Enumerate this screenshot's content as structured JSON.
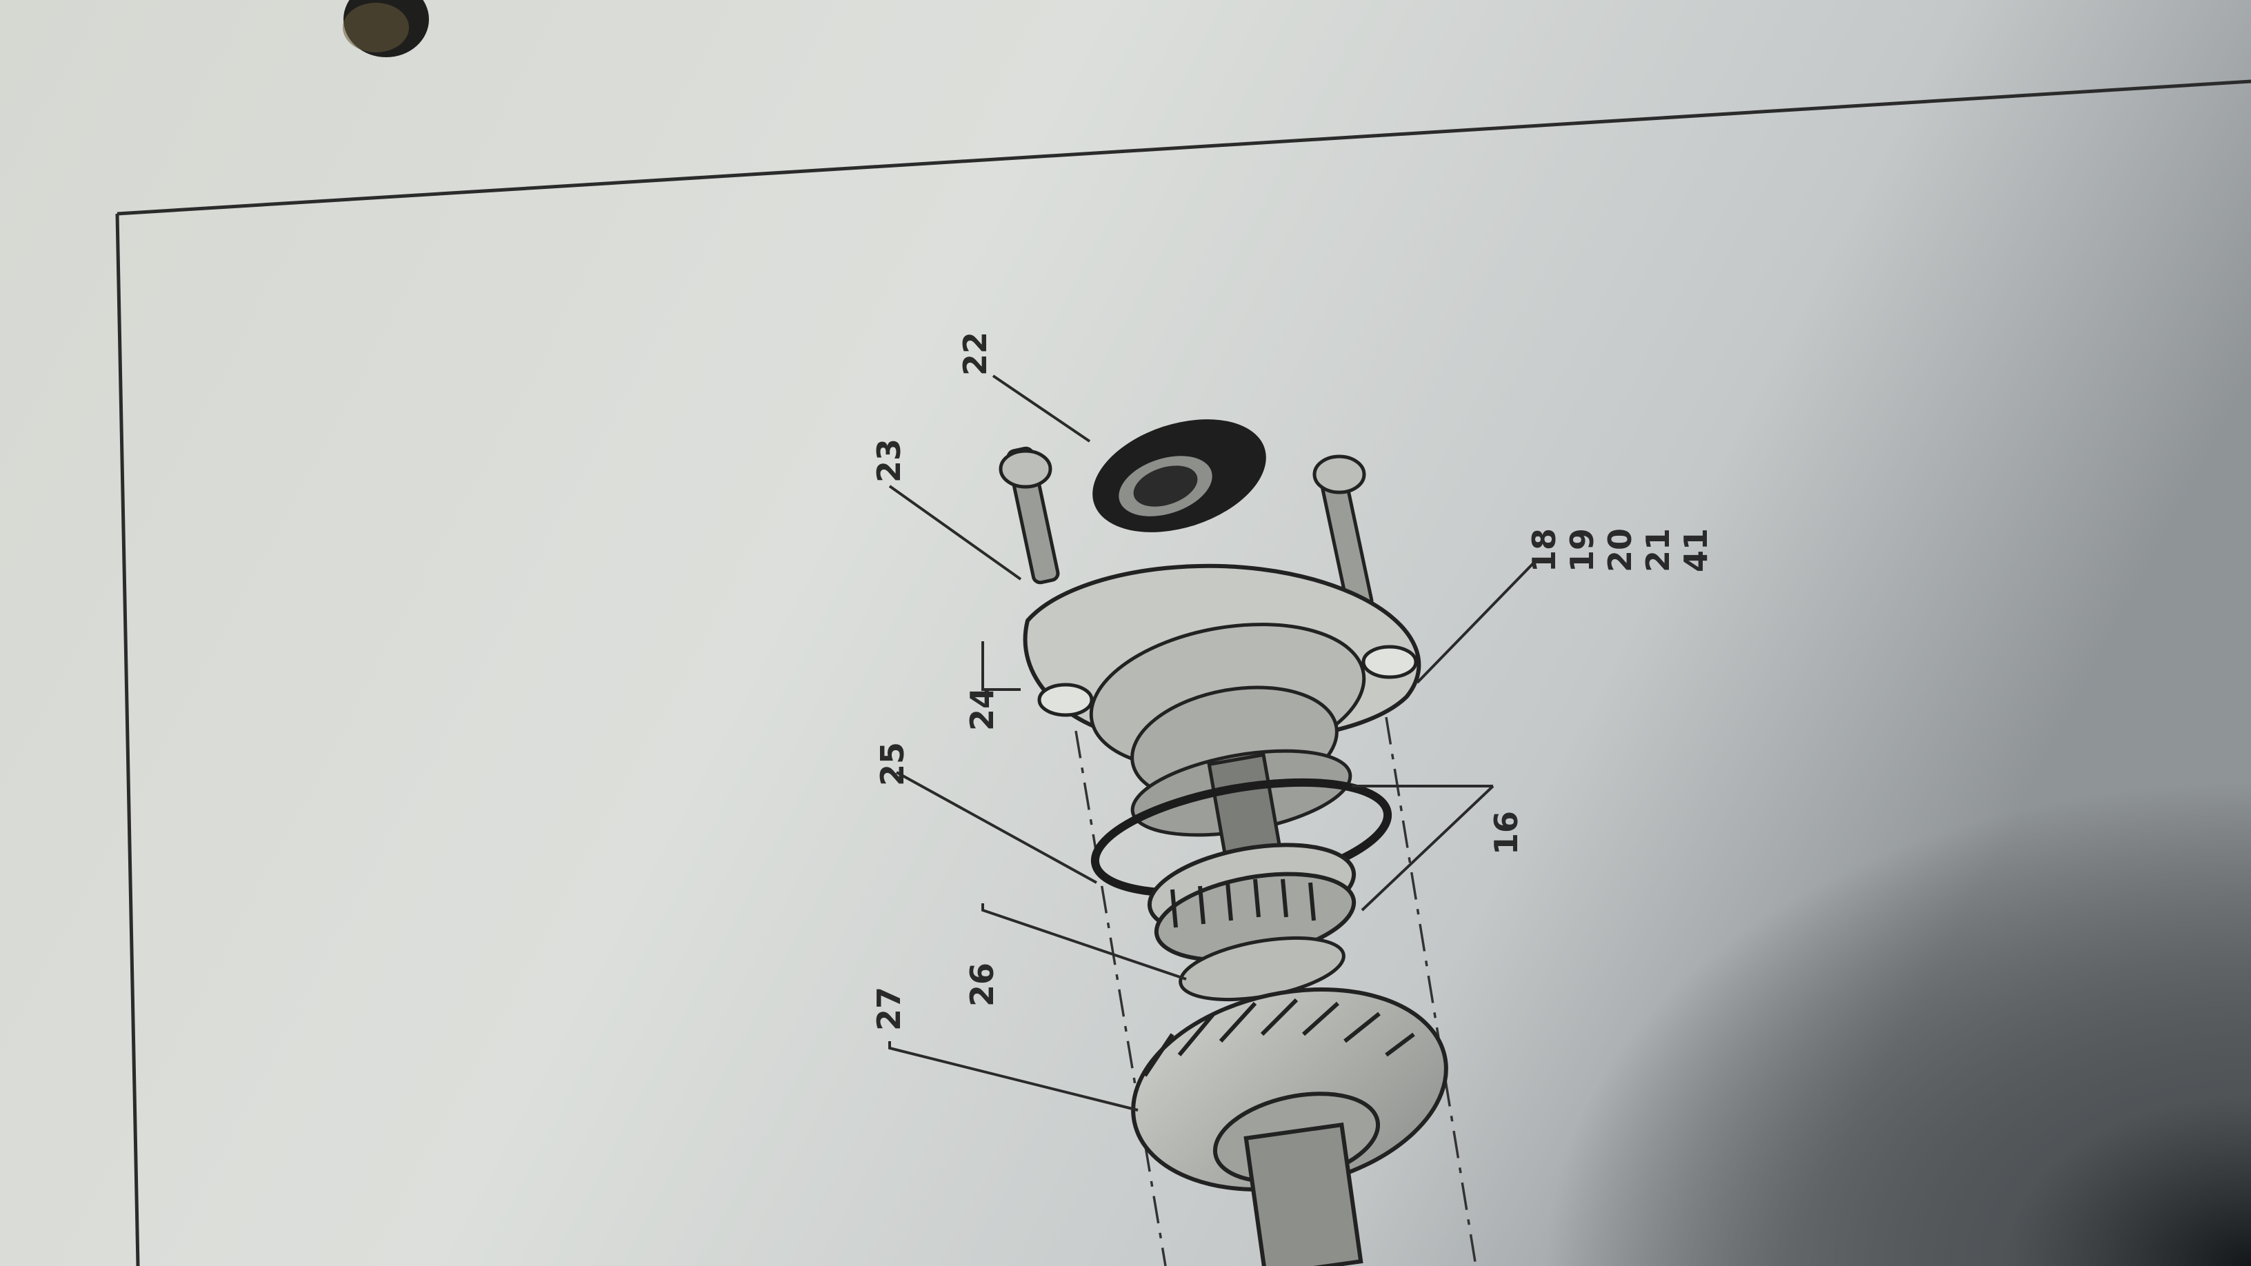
{
  "document": {
    "figure": {
      "type": "exploded parts diagram",
      "orientation": "rotated 90 degrees counter-clockwise",
      "callouts": [
        {
          "id": "c22",
          "text": "22"
        },
        {
          "id": "c23",
          "text": "23"
        },
        {
          "id": "c24",
          "text": "24"
        },
        {
          "id": "c25",
          "text": "25"
        },
        {
          "id": "c26",
          "text": "26"
        },
        {
          "id": "c27",
          "text": "27"
        },
        {
          "id": "c16",
          "text": "16"
        },
        {
          "id": "c18",
          "text": "18"
        },
        {
          "id": "c19",
          "text": "19"
        },
        {
          "id": "c20",
          "text": "20"
        },
        {
          "id": "c21",
          "text": "21"
        },
        {
          "id": "c41",
          "text": "41"
        }
      ]
    }
  },
  "colors": {
    "paper": "#d8dbd8",
    "ink": "#222222",
    "shadow": "#1c1f22"
  }
}
